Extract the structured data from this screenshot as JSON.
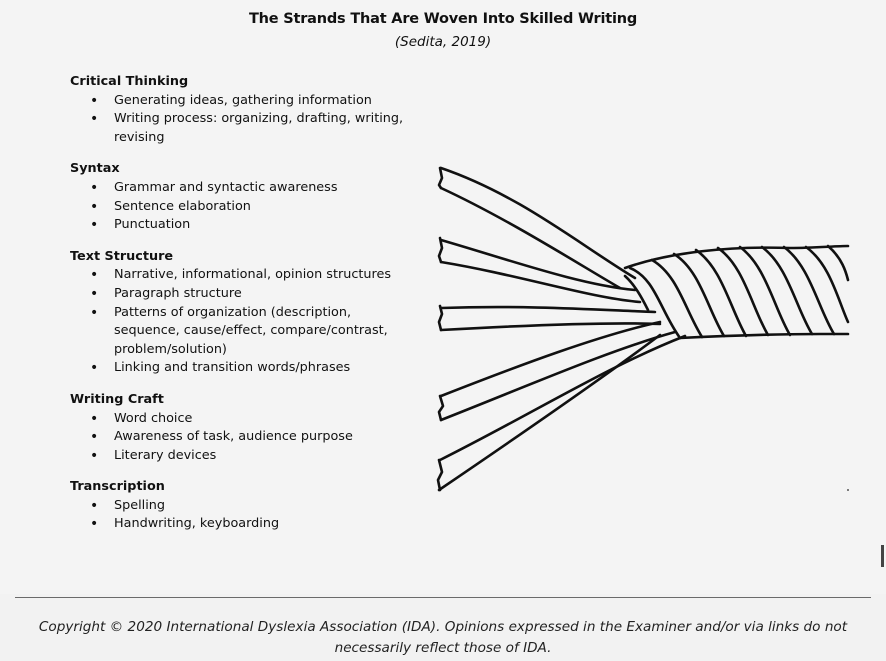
{
  "title": "The Strands That Are Woven Into Skilled Writing",
  "subtitle": "(Sedita, 2019)",
  "sections": [
    {
      "heading": "Critical Thinking",
      "items": [
        "Generating ideas, gathering information",
        "Writing process: organizing, drafting, writing, revising"
      ]
    },
    {
      "heading": "Syntax",
      "items": [
        "Grammar and syntactic awareness",
        "Sentence elaboration",
        "Punctuation"
      ]
    },
    {
      "heading": "Text Structure",
      "items": [
        "Narrative, informational, opinion structures",
        "Paragraph structure",
        "Patterns of organization (description, sequence, cause/effect, compare/contrast, problem/solution)",
        "Linking and transition words/phrases"
      ]
    },
    {
      "heading": "Writing Craft",
      "items": [
        "Word choice",
        "Awareness of task, audience purpose",
        "Literary devices"
      ]
    },
    {
      "heading": "Transcription",
      "items": [
        "Spelling",
        "Handwriting, keyboarding"
      ]
    }
  ],
  "copyright": "Copyright © 2020 International Dyslexia Association (IDA). Opinions expressed in the Examiner and/or via links do not necessarily reflect those of IDA."
}
